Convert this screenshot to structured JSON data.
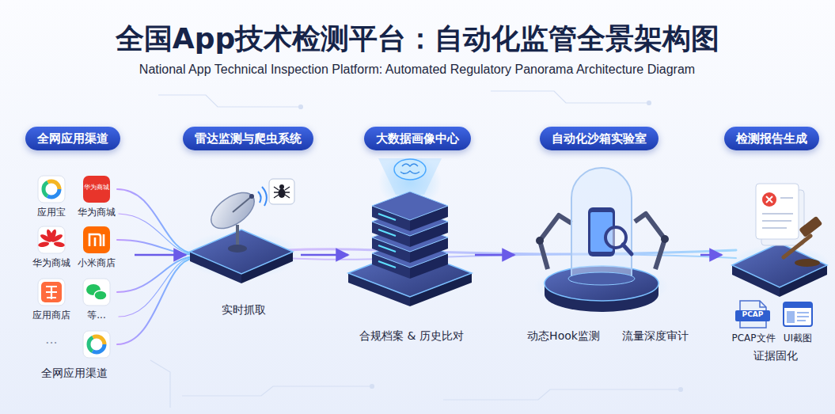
{
  "diagram": {
    "title": "全国App技术检测平台：自动化监管全景架构图",
    "nodes": [
      {
        "text": [
          "全网应用渠道"
        ]
      },
      {
        "text": [
          "雷达监测与爬虫系统"
        ]
      },
      {
        "text": [
          "大数据画像中心"
        ]
      },
      {
        "text": [
          "自动化沙箱实验室"
        ]
      },
      {
        "text": [
          "检测报告生成"
        ]
      },
      {
        "text": [
          "全网应用渠道"
        ]
      },
      {
        "text": [
          "实时抓取"
        ]
      },
      {
        "text": [
          "合规档案 & 历史比对"
        ]
      },
      {
        "text": [
          "动态Hook监测",
          "流量深度审计"
        ]
      },
      {
        "text": [
          "证据固化"
        ]
      }
    ],
    "edges": [
      {
        "from": 5,
        "to": 6,
        "arrow": "to"
      },
      {
        "from": 6,
        "to": 7,
        "arrow": "to"
      },
      {
        "from": 7,
        "to": 8,
        "arrow": "to"
      },
      {
        "from": 8,
        "to": 9,
        "arrow": "to"
      }
    ],
    "labels": [
      "National App Technical Inspection Platform: Automated Regulatory Panorama Architecture Diagram",
      "华为商城",
      "应用宝",
      "华为商城",
      "华为商城",
      "小米商店",
      "应用商店",
      "等...",
      "···",
      "PCAP",
      "PCAP文件",
      "UI截图"
    ]
  }
}
